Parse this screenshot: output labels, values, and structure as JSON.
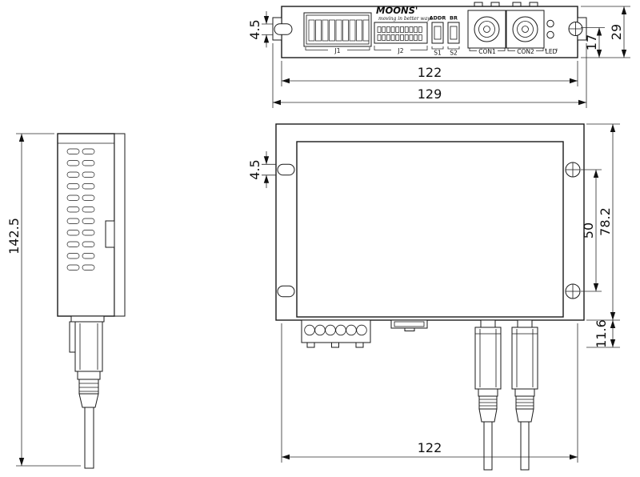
{
  "labels": {
    "brand": "MOONS'",
    "tagline": "moving in better ways",
    "j1": "J1",
    "j2": "J2",
    "s1": "S1",
    "s2": "S2",
    "addr": "ADDR",
    "br": "BR",
    "con1": "CON1",
    "con2": "CON2",
    "led": "LED"
  },
  "dimensions": {
    "top_slot_width": "4.5",
    "top_depth_inner": "17",
    "top_depth_overall": "29",
    "top_width_body": "122",
    "top_width_overall": "129",
    "side_height_overall": "142.5",
    "front_slot_width": "4.5",
    "front_hole_spacing": "50",
    "front_height_overall": "78.2",
    "front_bottom_protrusion": "11.6",
    "front_width_body": "122"
  }
}
